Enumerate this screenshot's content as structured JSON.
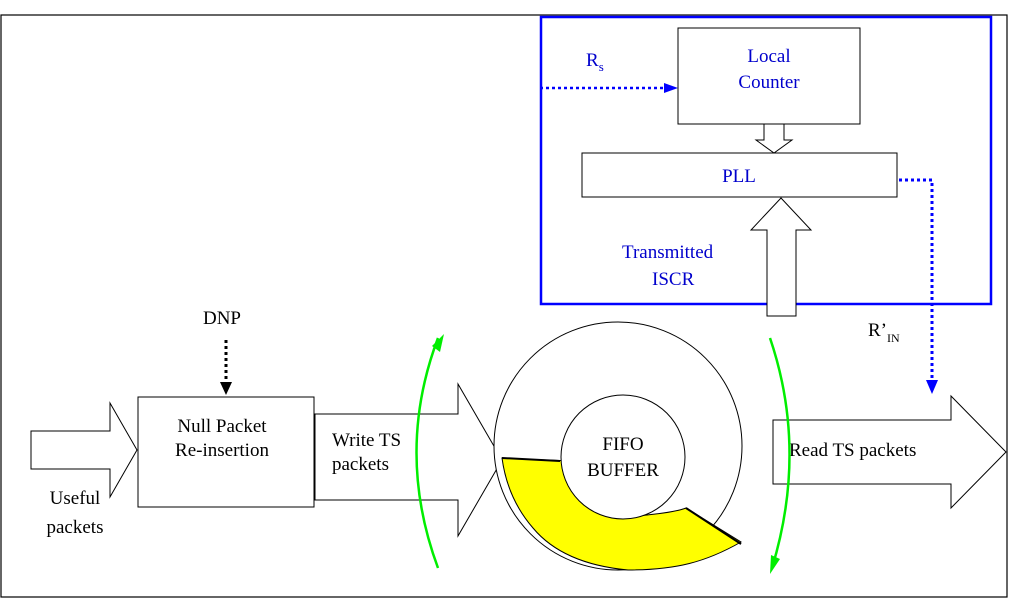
{
  "labels": {
    "rs_main": "R",
    "rs_sub": "s",
    "local_counter_line1": "Local",
    "local_counter_line2": "Counter",
    "pll": "PLL",
    "transmitted_line1": "Transmitted",
    "transmitted_line2": "ISCR",
    "rin_main": "R’",
    "rin_sub": "IN",
    "dnp": "DNP",
    "null_packet_line1": "Null Packet",
    "null_packet_line2": "Re-insertion",
    "useful_line1": "Useful",
    "useful_line2": "packets",
    "write_line1": "Write  TS",
    "write_line2": "packets",
    "fifo_line1": "FIFO",
    "fifo_line2": "BUFFER",
    "read": "Read  TS packets"
  },
  "colors": {
    "block_outline": "#0000ff",
    "block_text": "#0000cc",
    "dotted_blue": "#0000ff",
    "green_arcs": "#00ee00",
    "buffer_fill": "#ffff00",
    "lines": "#000000"
  }
}
